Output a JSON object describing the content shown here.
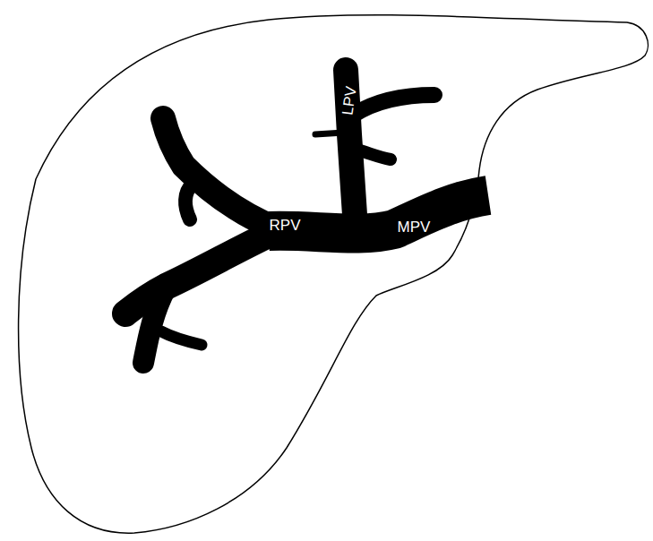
{
  "diagram": {
    "labels": [
      "LPV",
      "RPV",
      "MPV"
    ]
  }
}
